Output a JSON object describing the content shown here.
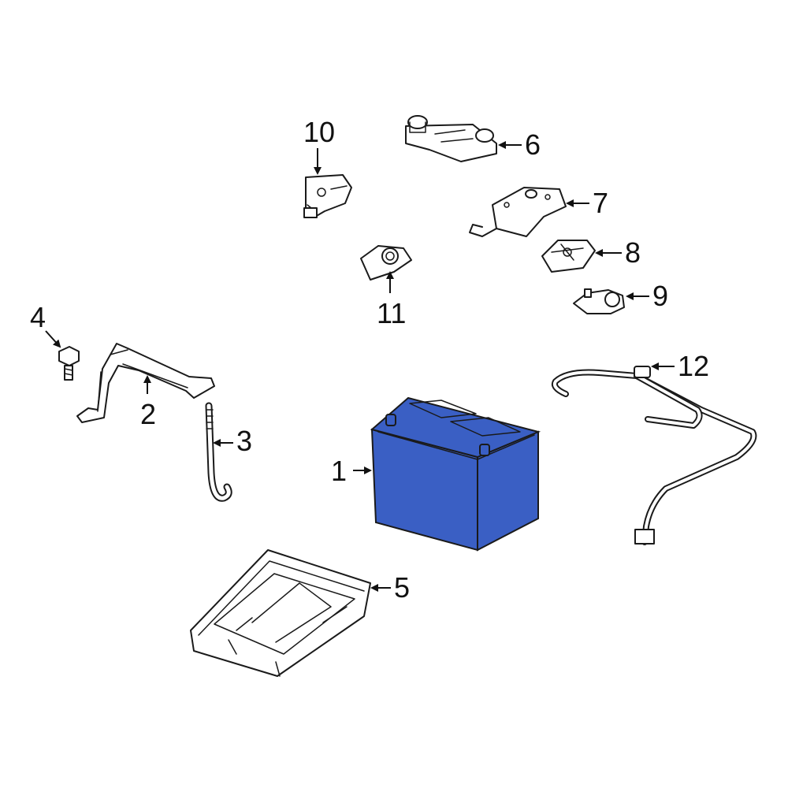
{
  "diagram": {
    "highlight_color": "#3a5fc4",
    "callouts": [
      {
        "id": "1",
        "label": "1"
      },
      {
        "id": "2",
        "label": "2"
      },
      {
        "id": "3",
        "label": "3"
      },
      {
        "id": "4",
        "label": "4"
      },
      {
        "id": "5",
        "label": "5"
      },
      {
        "id": "6",
        "label": "6"
      },
      {
        "id": "7",
        "label": "7"
      },
      {
        "id": "8",
        "label": "8"
      },
      {
        "id": "9",
        "label": "9"
      },
      {
        "id": "10",
        "label": "10"
      },
      {
        "id": "11",
        "label": "11"
      },
      {
        "id": "12",
        "label": "12"
      }
    ]
  }
}
